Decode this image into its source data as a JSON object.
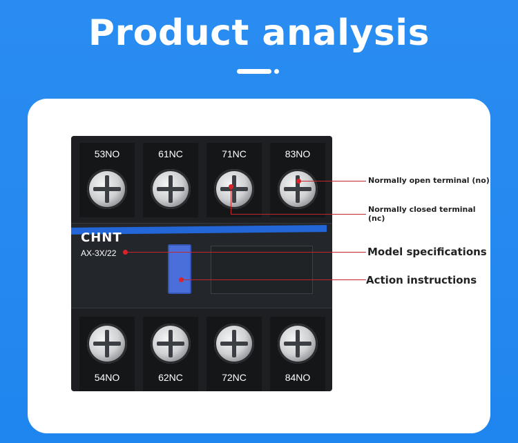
{
  "title": "Product analysis",
  "device": {
    "brand": "CHNT",
    "model": "AX-3X/22",
    "top_terminals": [
      "53NO",
      "61NC",
      "71NC",
      "83NO"
    ],
    "bottom_terminals": [
      "54NO",
      "62NC",
      "72NC",
      "84NO"
    ]
  },
  "annotations": {
    "no_terminal": "Normally open terminal (no)",
    "nc_terminal_line1": "Normally closed terminal",
    "nc_terminal_line2": "(nc)",
    "model_spec": "Model specifications",
    "action": "Action instructions"
  },
  "colors": {
    "background": "#1f86ef",
    "leader_line": "#c4262b",
    "action_button": "#4a6fdb"
  }
}
